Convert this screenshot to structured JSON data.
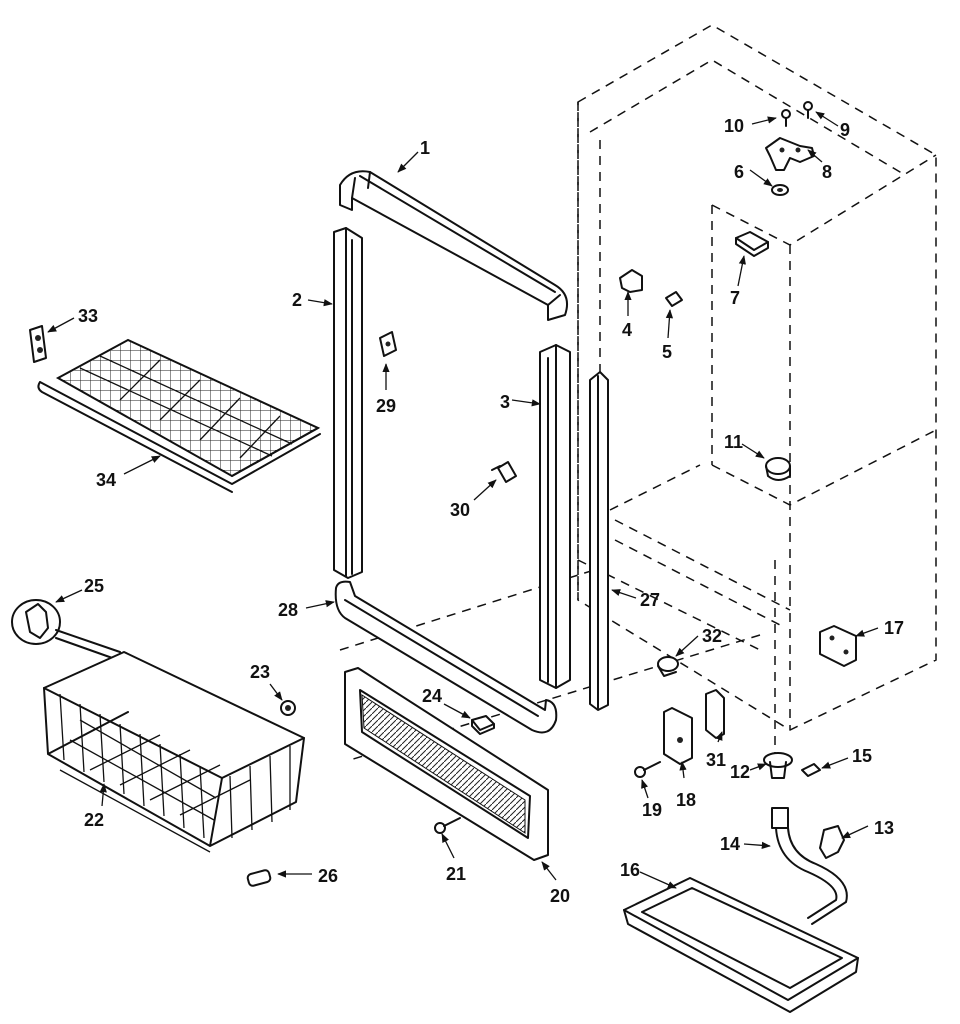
{
  "diagram": {
    "labels": {
      "p1": "1",
      "p2": "2",
      "p3": "3",
      "p4": "4",
      "p5": "5",
      "p6": "6",
      "p7": "7",
      "p8": "8",
      "p9": "9",
      "p10": "10",
      "p11": "11",
      "p12": "12",
      "p13": "13",
      "p14": "14",
      "p15": "15",
      "p16": "16",
      "p17": "17",
      "p18": "18",
      "p19": "19",
      "p20": "20",
      "p21": "21",
      "p22": "22",
      "p23": "23",
      "p24": "24",
      "p25": "25",
      "p26": "26",
      "p27": "27",
      "p28": "28",
      "p29": "29",
      "p30": "30",
      "p31": "31",
      "p32": "32",
      "p33": "33",
      "p34": "34"
    }
  }
}
